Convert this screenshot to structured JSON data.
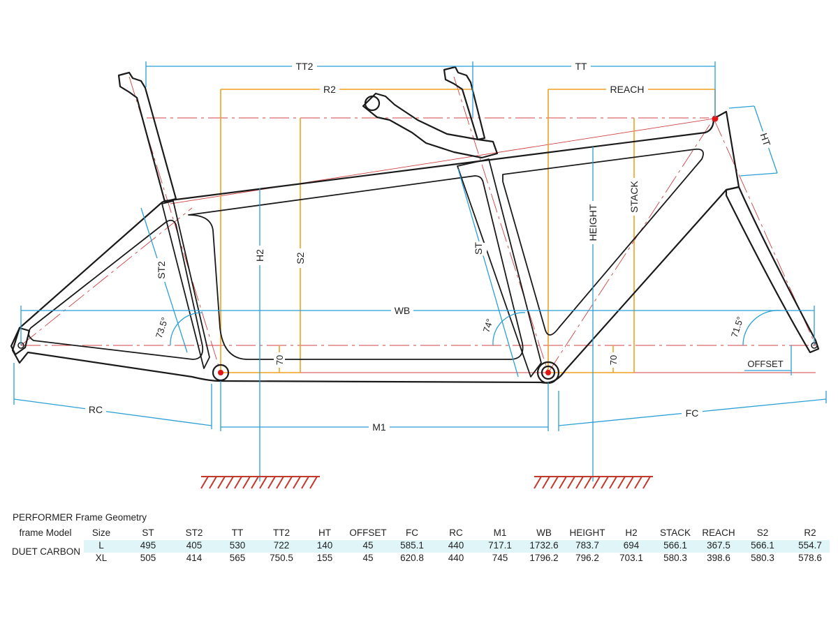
{
  "labels": {
    "tt2": "TT2",
    "tt": "TT",
    "r2": "R2",
    "reach": "REACH",
    "ht": "HT",
    "stack": "STACK",
    "height": "HEIGHT",
    "st": "ST",
    "st2": "ST2",
    "h2": "H2",
    "s2": "S2",
    "wb": "WB",
    "rc": "RC",
    "m1": "M1",
    "fc": "FC",
    "offset": "OFFSET",
    "angle_rear": "73.5°",
    "angle_front_st": "74°",
    "angle_head": "71.5°",
    "bb_drop_rear": "70",
    "bb_drop_front": "70"
  },
  "colors": {
    "dimension_blue": "#2a9fd6",
    "dimension_orange": "#f0a020",
    "centerline_red": "#d04040",
    "ground_hatch": "#c0392b",
    "highlight_row": "#dff5f8"
  },
  "table": {
    "title": "PERFORMER  Frame Geometry",
    "model_header": "frame Model",
    "model": "DUET CARBON",
    "columns": [
      "Size",
      "ST",
      "ST2",
      "TT",
      "TT2",
      "HT",
      "OFFSET",
      "FC",
      "RC",
      "M1",
      "WB",
      "HEIGHT",
      "H2",
      "STACK",
      "REACH",
      "S2",
      "R2"
    ],
    "rows": [
      [
        "L",
        "495",
        "405",
        "530",
        "722",
        "140",
        "45",
        "585.1",
        "440",
        "717.1",
        "1732.6",
        "783.7",
        "694",
        "566.1",
        "367.5",
        "566.1",
        "554.7"
      ],
      [
        "XL",
        "505",
        "414",
        "565",
        "750.5",
        "155",
        "45",
        "620.8",
        "440",
        "745",
        "1796.2",
        "796.2",
        "703.1",
        "580.3",
        "398.6",
        "580.3",
        "578.6"
      ]
    ]
  }
}
